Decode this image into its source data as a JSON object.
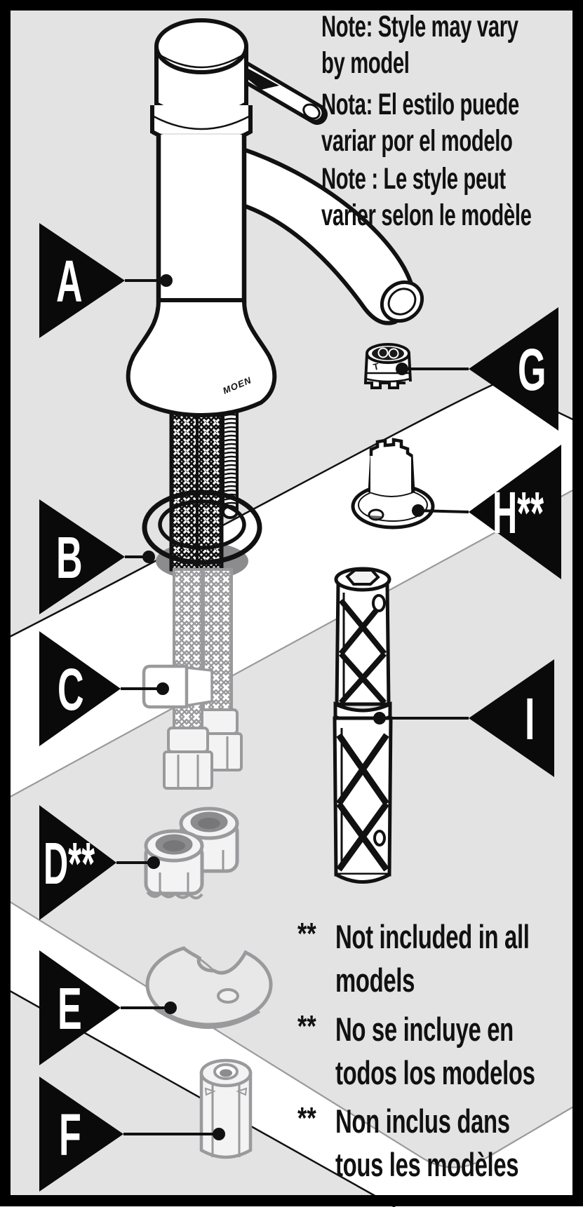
{
  "diagram": {
    "brand_marking": "MOEN",
    "aerator_marking": "T",
    "style_notes": {
      "en": [
        "Note: Style may vary",
        "by model"
      ],
      "es": [
        "Nota: El estilo puede",
        "variar por el modelo"
      ],
      "fr": [
        "Note : Le style peut",
        "varier selon le modèle"
      ]
    },
    "inclusion_notes": {
      "marker": "**",
      "en": [
        "Not included in all",
        "models"
      ],
      "es": [
        "No se incluye en",
        "todos los modelos"
      ],
      "fr": [
        "Non inclus dans",
        "tous les modèles"
      ]
    },
    "callouts": {
      "a": "A",
      "b": "B",
      "c": "C",
      "d": "D**",
      "e": "E",
      "f": "F",
      "g": "G",
      "h": "H**",
      "i": "I"
    },
    "colors": {
      "background_gray": "#e3e3e4",
      "line_black": "#111111",
      "part_gray": "#9a9a9c",
      "shadow_gray": "#8c8c8e",
      "part_fill": "#f3f3f4",
      "white": "#ffffff",
      "label_black": "#0a0a0a"
    }
  }
}
